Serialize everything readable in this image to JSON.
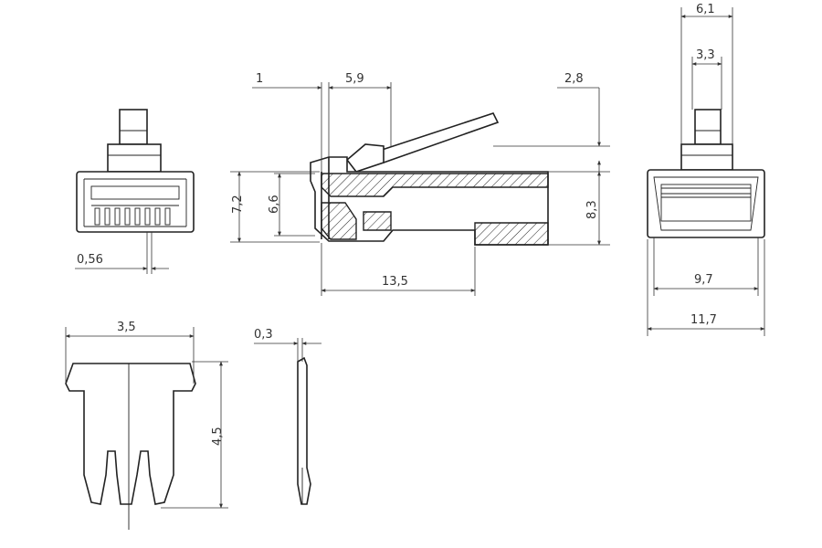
{
  "dimensions": {
    "front_pin_pitch": "0,56",
    "front_height_outer": "7,2",
    "front_height_inner": "6,6",
    "side_top_offset": "1",
    "side_latch_length": "5,9",
    "side_body_length": "13,5",
    "side_latch_height": "2,8",
    "side_total_height": "8,3",
    "rear_latch_width_outer": "6,1",
    "rear_latch_width_inner": "3,3",
    "rear_inner_width": "9,7",
    "rear_outer_width": "11,7",
    "contact_width": "3,5",
    "contact_height": "4,5",
    "contact_thickness": "0,3"
  }
}
